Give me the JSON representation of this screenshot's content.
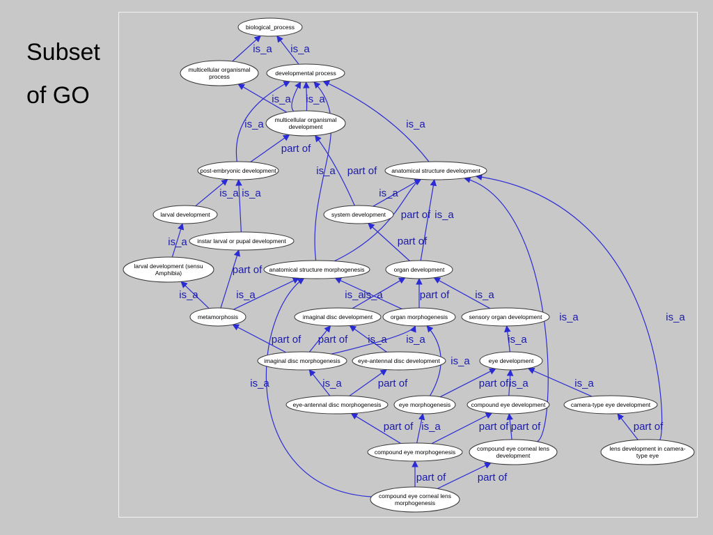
{
  "title_lines": [
    "Subset",
    "of GO"
  ],
  "colors": {
    "background": "#c8c8c8",
    "edge": "#2a2ad6",
    "edge_label": "#1a1aa8",
    "node_fill": "#ffffff"
  },
  "nodes": [
    {
      "id": "bp",
      "lines": [
        "biological_process"
      ]
    },
    {
      "id": "mop",
      "lines": [
        "multicellular organismal",
        "process"
      ]
    },
    {
      "id": "dp",
      "lines": [
        "developmental process"
      ]
    },
    {
      "id": "mod",
      "lines": [
        "multicellular organismal",
        "development"
      ]
    },
    {
      "id": "ped",
      "lines": [
        "post-embryonic development"
      ]
    },
    {
      "id": "asd",
      "lines": [
        "anatomical structure development"
      ]
    },
    {
      "id": "ld",
      "lines": [
        "larval development"
      ]
    },
    {
      "id": "sd",
      "lines": [
        "system development"
      ]
    },
    {
      "id": "ilp",
      "lines": [
        "instar larval or pupal development"
      ]
    },
    {
      "id": "lda",
      "lines": [
        "larval development (sensu",
        "Amphibia)"
      ]
    },
    {
      "id": "asm",
      "lines": [
        "anatomical structure morphogenesis"
      ]
    },
    {
      "id": "od",
      "lines": [
        "organ development"
      ]
    },
    {
      "id": "met",
      "lines": [
        "metamorphosis"
      ]
    },
    {
      "id": "idd",
      "lines": [
        "imaginal disc development"
      ]
    },
    {
      "id": "om",
      "lines": [
        "organ morphogenesis"
      ]
    },
    {
      "id": "sod",
      "lines": [
        "sensory organ development"
      ]
    },
    {
      "id": "idm",
      "lines": [
        "imaginal disc morphogenesis"
      ]
    },
    {
      "id": "eadd",
      "lines": [
        "eye-antennal disc development"
      ]
    },
    {
      "id": "ed",
      "lines": [
        "eye development"
      ]
    },
    {
      "id": "eadm",
      "lines": [
        "eye-antennal disc morphogenesis"
      ]
    },
    {
      "id": "em",
      "lines": [
        "eye morphogenesis"
      ]
    },
    {
      "id": "ced",
      "lines": [
        "compound eye development"
      ]
    },
    {
      "id": "cted",
      "lines": [
        "camera-type eye development"
      ]
    },
    {
      "id": "cem",
      "lines": [
        "compound eye morphogenesis"
      ]
    },
    {
      "id": "ceclD",
      "lines": [
        "compound eye corneal lens",
        "development"
      ]
    },
    {
      "id": "ldc",
      "lines": [
        "lens development in camera-",
        "type eye"
      ]
    },
    {
      "id": "ceclM",
      "lines": [
        "compound eye corneal lens",
        "morphogenesis"
      ]
    }
  ],
  "edges": [
    {
      "from": "mop",
      "to": "bp",
      "label": "is_a"
    },
    {
      "from": "dp",
      "to": "bp",
      "label": "is_a"
    },
    {
      "from": "mod",
      "to": "mop",
      "label": ""
    },
    {
      "from": "mod",
      "to": "dp",
      "label": "is_a"
    },
    {
      "from": "mod",
      "to": "dp",
      "label": "is_a"
    },
    {
      "from": "ped",
      "to": "dp",
      "label": "is_a"
    },
    {
      "from": "ped",
      "to": "mod",
      "label": "part of"
    },
    {
      "from": "asd",
      "to": "dp",
      "label": "is_a"
    },
    {
      "from": "sd",
      "to": "mod",
      "label": "part of"
    },
    {
      "from": "sd",
      "to": "asd",
      "label": "is_a"
    },
    {
      "from": "ld",
      "to": "ped",
      "label": "is_a"
    },
    {
      "from": "ilp",
      "to": "ped",
      "label": "is_a"
    },
    {
      "from": "lda",
      "to": "ld",
      "label": "is_a"
    },
    {
      "from": "asm",
      "to": "dp",
      "label": "is_a"
    },
    {
      "from": "asm",
      "to": "asd",
      "label": "part of"
    },
    {
      "from": "od",
      "to": "sd",
      "label": "part of"
    },
    {
      "from": "od",
      "to": "asd",
      "label": "is_a"
    },
    {
      "from": "met",
      "to": "lda",
      "label": "is_a"
    },
    {
      "from": "met",
      "to": "ilp",
      "label": "part of"
    },
    {
      "from": "met",
      "to": "asm",
      "label": "is_a"
    },
    {
      "from": "idd",
      "to": "od",
      "label": "is_a"
    },
    {
      "from": "om",
      "to": "od",
      "label": "part of"
    },
    {
      "from": "om",
      "to": "asm",
      "label": "is_a"
    },
    {
      "from": "sod",
      "to": "od",
      "label": "is_a"
    },
    {
      "from": "idm",
      "to": "met",
      "label": "part of"
    },
    {
      "from": "idm",
      "to": "idd",
      "label": "part of"
    },
    {
      "from": "idm",
      "to": "om",
      "label": "is_a"
    },
    {
      "from": "eadd",
      "to": "idd",
      "label": "is_a"
    },
    {
      "from": "ed",
      "to": "sod",
      "label": "is_a"
    },
    {
      "from": "eadm",
      "to": "idm",
      "label": "is_a"
    },
    {
      "from": "eadm",
      "to": "eadd",
      "label": "part of"
    },
    {
      "from": "em",
      "to": "om",
      "label": "is_a"
    },
    {
      "from": "em",
      "to": "ed",
      "label": "part of"
    },
    {
      "from": "ced",
      "to": "ed",
      "label": "is_a"
    },
    {
      "from": "cted",
      "to": "ed",
      "label": "is_a"
    },
    {
      "from": "cem",
      "to": "eadm",
      "label": "part of"
    },
    {
      "from": "cem",
      "to": "em",
      "label": "is_a"
    },
    {
      "from": "cem",
      "to": "ced",
      "label": "part of"
    },
    {
      "from": "ceclD",
      "to": "ced",
      "label": "part of"
    },
    {
      "from": "ceclD",
      "to": "asd",
      "label": "is_a"
    },
    {
      "from": "ldc",
      "to": "cted",
      "label": "part of"
    },
    {
      "from": "ldc",
      "to": "asd",
      "label": "is_a"
    },
    {
      "from": "ceclM",
      "to": "cem",
      "label": "part of"
    },
    {
      "from": "ceclM",
      "to": "ceclD",
      "label": "part of"
    },
    {
      "from": "ceclM",
      "to": "asm",
      "label": "is_a"
    }
  ]
}
